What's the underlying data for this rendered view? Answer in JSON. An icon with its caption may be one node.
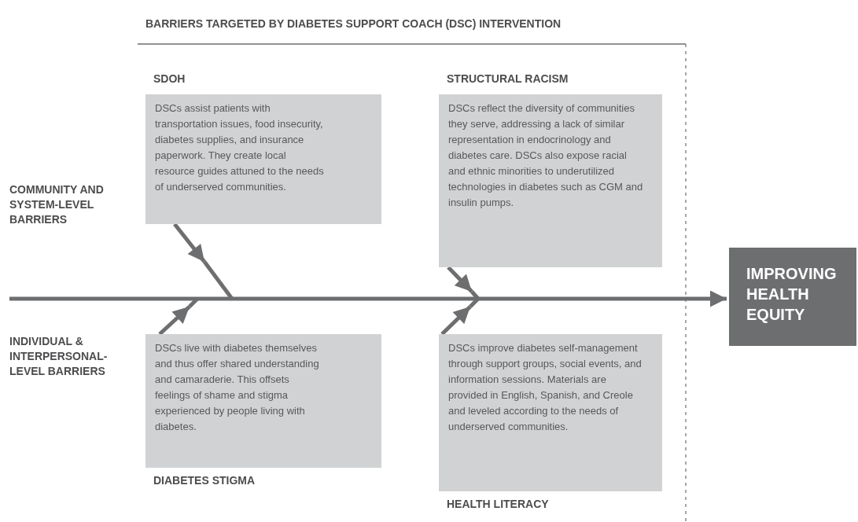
{
  "diagram": {
    "title": "BARRIERS TARGETED BY DIABETES SUPPORT COACH (DSC) INTERVENTION",
    "nodes": [
      {
        "text": [
          "SDOH",
          "DSCs assist patients with transportation issues, food insecurity, diabetes supplies, and insurance paperwork. They create local resource guides attuned to the needs of underserved communities."
        ]
      },
      {
        "text": [
          "STRUCTURAL RACISM",
          "DSCs reflect the diversity of communities they serve, addressing a lack of similar representation in endocrinology and diabetes care. DSCs also expose racial and ethnic minorities to underutilized technologies in diabetes such as CGM and insulin pumps."
        ]
      },
      {
        "text": [
          "DSCs live with diabetes themselves and thus offer shared understanding and camaraderie. This offsets feelings of shame and stigma experienced by people living with diabetes.",
          "DIABETES STIGMA"
        ]
      },
      {
        "text": [
          "DSCs improve diabetes self-management through support groups, social events, and information sessions. Materials are provided in English, Spanish, and Creole and leveled according to the needs of underserved communities.",
          "HEALTH LITERACY"
        ]
      },
      {
        "text": [
          "IMPROVING HEALTH EQUITY"
        ]
      }
    ],
    "edges": [
      {
        "from": null,
        "to": 4,
        "arrow": "to"
      },
      {
        "from": 0,
        "to": null,
        "arrow": "to"
      },
      {
        "from": 1,
        "to": null,
        "arrow": "to"
      },
      {
        "from": 2,
        "to": null,
        "arrow": "to"
      },
      {
        "from": 3,
        "to": null,
        "arrow": "to"
      }
    ],
    "labels": [
      "COMMUNITY AND SYSTEM-LEVEL BARRIERS",
      "INDIVIDUAL & INTERPERSONAL-LEVEL BARRIERS"
    ]
  }
}
